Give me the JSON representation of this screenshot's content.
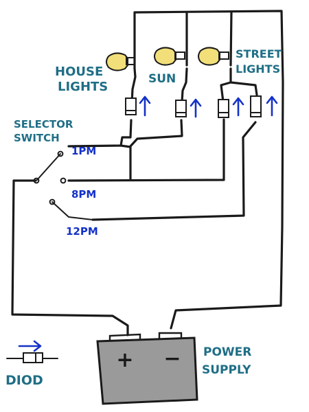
{
  "labels": {
    "house_lights_line1": "HOUSE",
    "house_lights_line2": "LIGHTS",
    "sun": "SUN",
    "street_lights_line1": "STREET",
    "street_lights_line2": "LIGHTS",
    "selector_line1": "SELECTOR",
    "selector_line2": "SWITCH",
    "time_1": "1PM",
    "time_2": "8PM",
    "time_3": "12PM",
    "power_line1": "POWER",
    "power_line2": "SUPPLY",
    "plus": "+",
    "minus": "−",
    "diode": "DIOD"
  },
  "colors": {
    "label_teal": "#1f6e86",
    "arrow_blue": "#1431c8",
    "bulb_yellow": "#f2df7a",
    "battery_grey": "#9a9a9a"
  }
}
